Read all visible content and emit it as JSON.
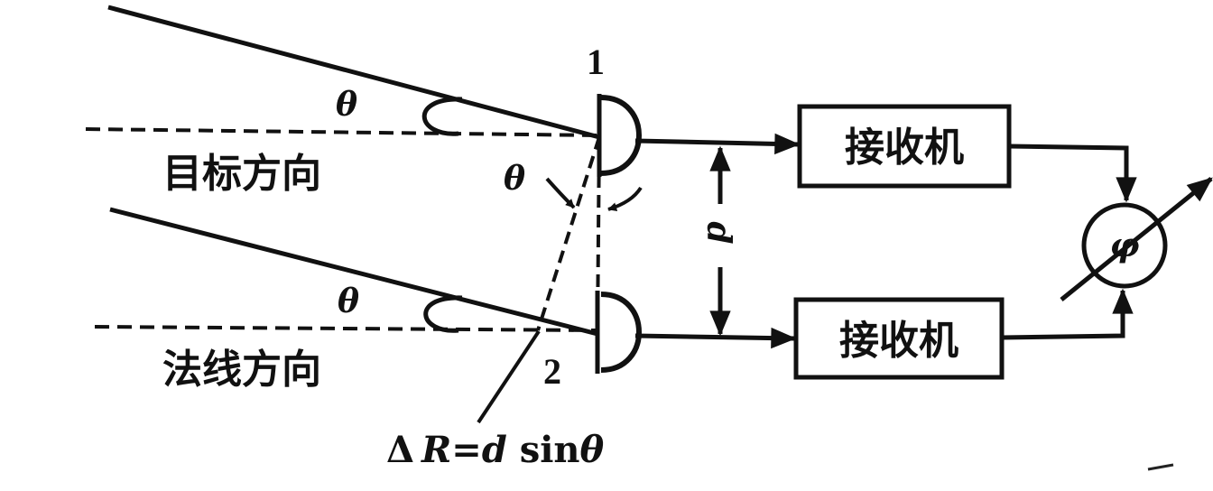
{
  "labels": {
    "theta": "θ",
    "target_direction": "目标方向",
    "normal_direction": "法线方向",
    "antenna_1": "1",
    "antenna_2": "2",
    "spacing": "d",
    "receiver": "接收机",
    "phase": "φ"
  },
  "formula": {
    "delta": "Δ",
    "r": "R",
    "equals": "=",
    "d": "d",
    "sin": " sin",
    "theta": "θ"
  },
  "colors": {
    "ink": "#111111",
    "background": "#ffffff"
  }
}
